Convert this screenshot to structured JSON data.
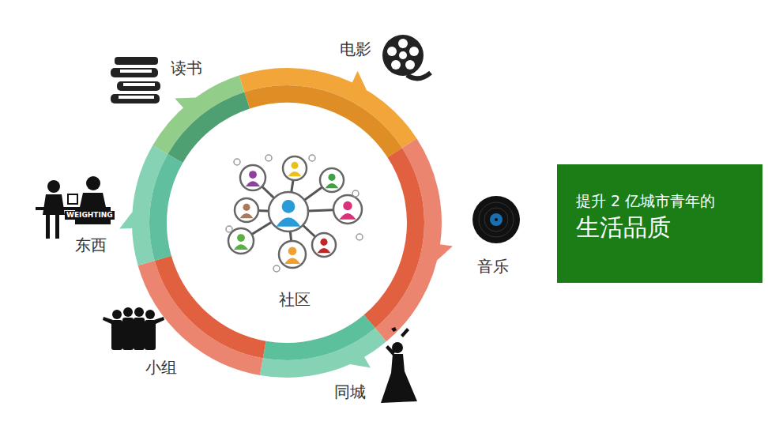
{
  "diagram": {
    "nodes": [
      {
        "text": [
          "社区"
        ]
      },
      {
        "text": [
          "提升 2 亿城市青年的",
          "生活品质"
        ]
      }
    ],
    "labels": [
      "读书",
      "电影",
      "音乐",
      "东西",
      "小组",
      "同城",
      "WEIGHTING"
    ]
  }
}
